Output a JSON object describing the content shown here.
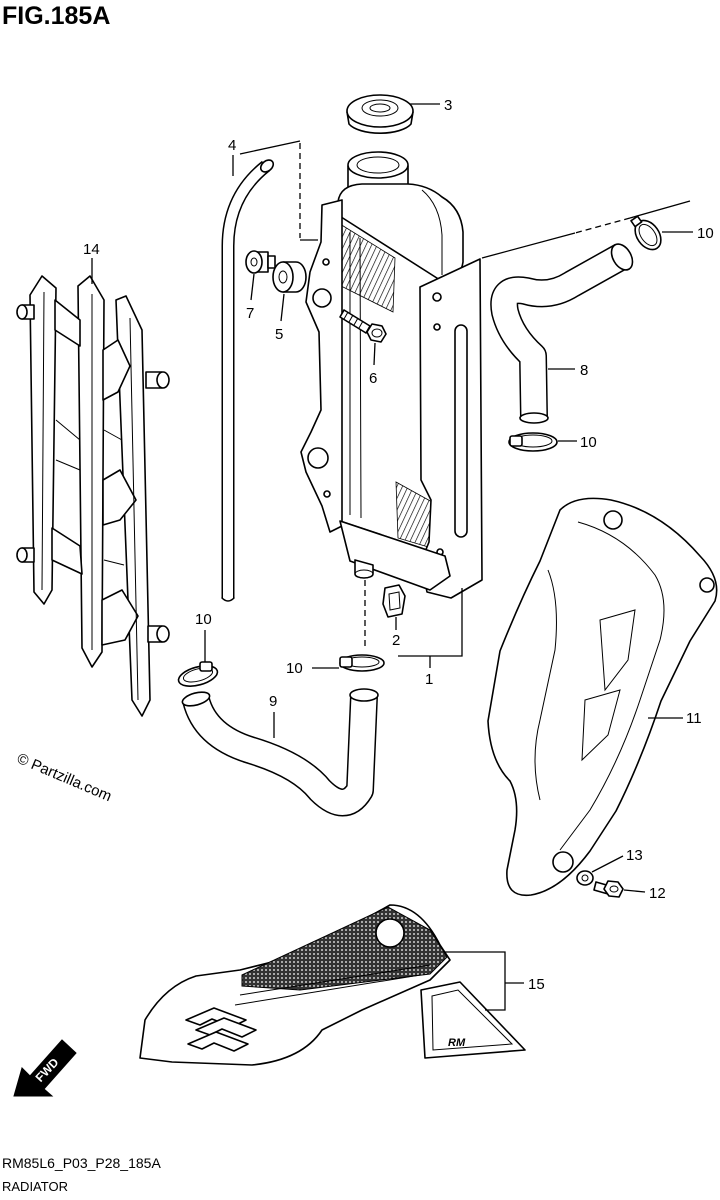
{
  "title": "FIG.185A",
  "callouts": [
    "3",
    "4",
    "10",
    "14",
    "7",
    "5",
    "6",
    "8",
    "10",
    "2",
    "1",
    "10",
    "10",
    "9",
    "11",
    "13",
    "12",
    "15"
  ],
  "watermark": "© Partzilla.com",
  "fwd_label": "FWD",
  "logo_text": "RM",
  "footer": {
    "code": "RM85L6_P03_P28_185A",
    "name": "RADIATOR"
  }
}
